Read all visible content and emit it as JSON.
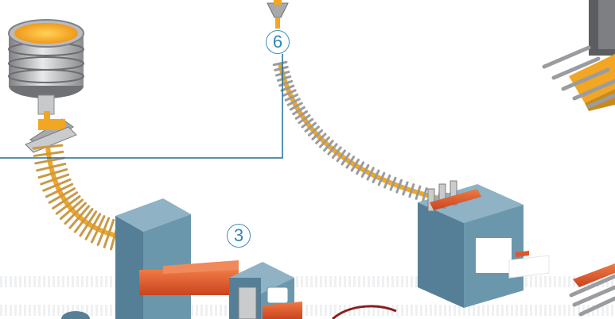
{
  "callouts": [
    {
      "id": "callout-6",
      "label": "6"
    },
    {
      "id": "callout-3",
      "label": "3"
    }
  ],
  "colors": {
    "leader_line": "#1d6f9c",
    "callout_text": "#2f86b8",
    "machine_body": "#5f8fa8",
    "machine_top": "#8fb2c4",
    "hot_steel": "#e0552b",
    "molten_metal": "#f2a623",
    "roller_frame": "#c89a4a",
    "ladle_steel": "#a7a9ab"
  }
}
